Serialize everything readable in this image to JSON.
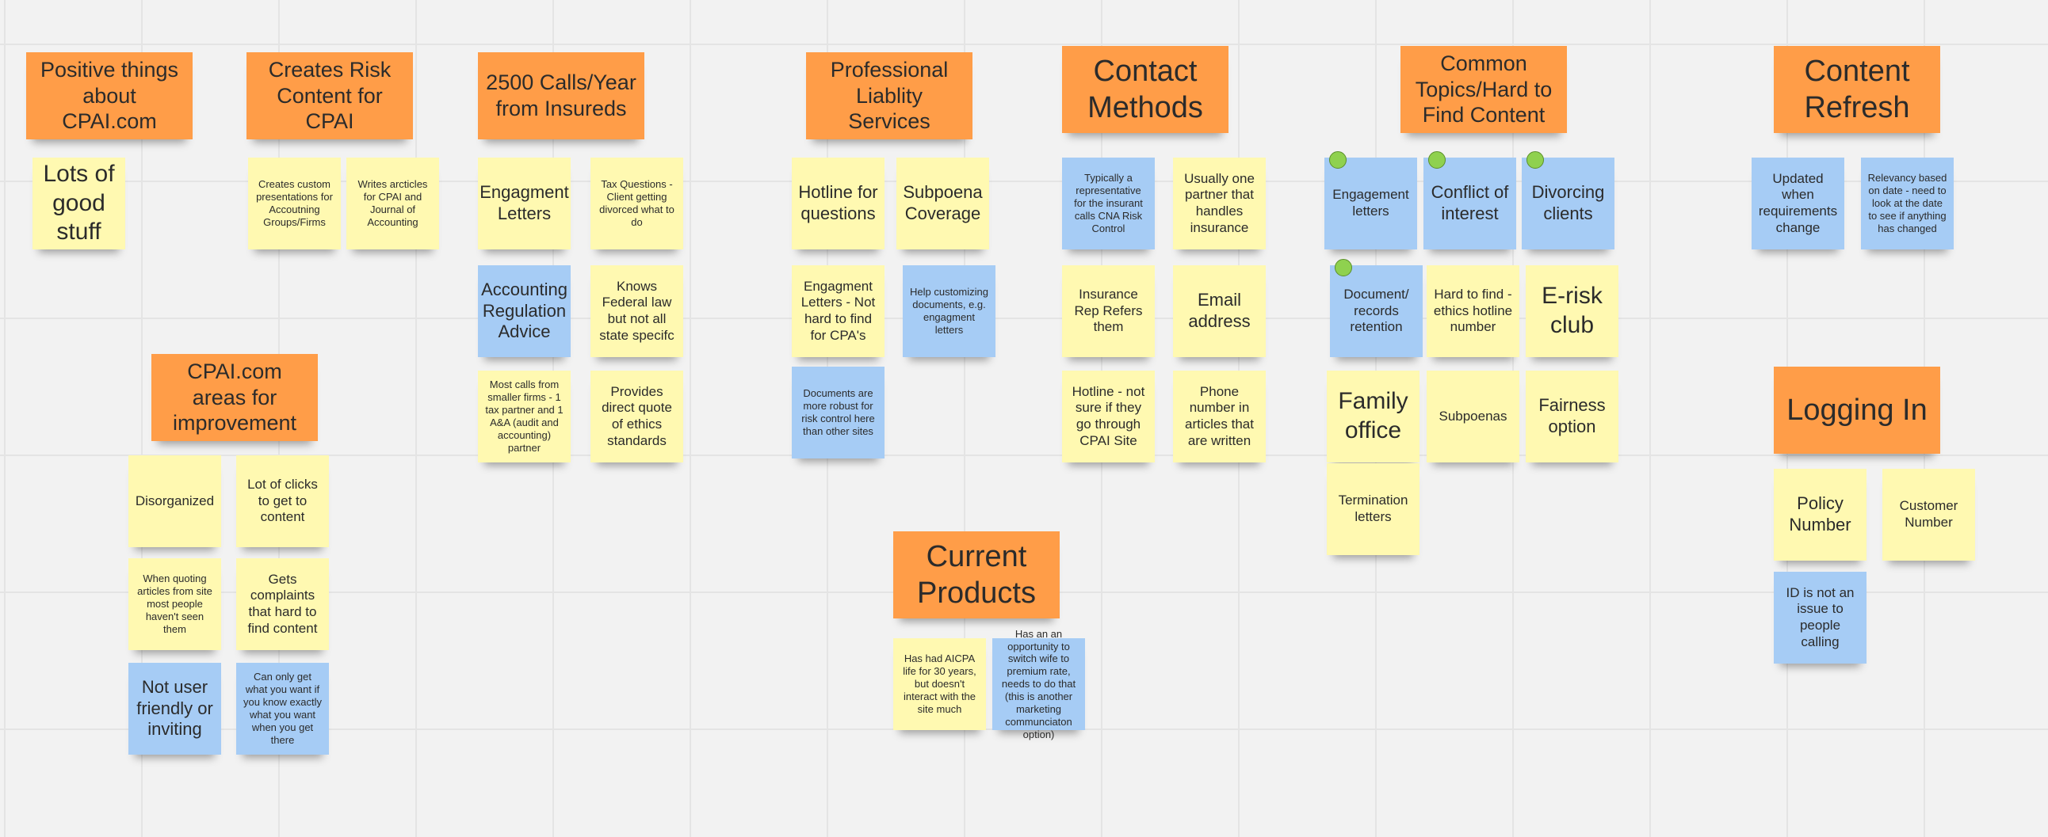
{
  "colors": {
    "header": "#ff9d48",
    "yellow": "#fff9b1",
    "blue": "#a6ccf5",
    "pin": "#8fd14f"
  },
  "headers": [
    "Positive things about CPAI.com",
    "Creates Risk Content for CPAI",
    "2500 Calls/Year from Insureds",
    "Professional Liablity Services",
    "Contact Methods",
    "Common Topics/Hard to Find Content",
    "Content Refresh",
    "CPAI.com areas for improvement",
    "Current Products",
    "Logging In"
  ],
  "notes": [
    {
      "text": "Lots of good stuff",
      "color": "yellow"
    },
    {
      "text": "Creates custom presentations for Accoutning Groups/Firms",
      "color": "yellow"
    },
    {
      "text": "Writes arcticles for CPAI and Journal of Accounting",
      "color": "yellow"
    },
    {
      "text": "Engagment Letters",
      "color": "yellow"
    },
    {
      "text": "Tax Questions - Client getting divorced what to do",
      "color": "yellow"
    },
    {
      "text": "Accounting Regulation Advice",
      "color": "blue"
    },
    {
      "text": "Knows Federal law but not all state specifc",
      "color": "yellow"
    },
    {
      "text": "Most calls from smaller firms - 1 tax partner and 1 A&A (audit and accounting) partner",
      "color": "yellow"
    },
    {
      "text": "Provides direct quote of ethics standards",
      "color": "yellow"
    },
    {
      "text": "Hotline for questions",
      "color": "yellow"
    },
    {
      "text": "Subpoena Coverage",
      "color": "yellow"
    },
    {
      "text": "Engagment Letters - Not hard to find for CPA's",
      "color": "yellow"
    },
    {
      "text": "Help customizing documents, e.g. engagment letters",
      "color": "blue"
    },
    {
      "text": "Documents are more robust for risk control here than other sites",
      "color": "blue"
    },
    {
      "text": "Typically a representative for the insurant calls CNA Risk Control",
      "color": "blue"
    },
    {
      "text": "Usually one partner that handles insurance",
      "color": "yellow"
    },
    {
      "text": "Insurance Rep Refers them",
      "color": "yellow"
    },
    {
      "text": "Email address",
      "color": "yellow"
    },
    {
      "text": "Hotline - not sure if they go through CPAI Site",
      "color": "yellow"
    },
    {
      "text": "Phone number in articles that are written",
      "color": "yellow"
    },
    {
      "text": "Engagement letters",
      "color": "blue",
      "vote": true
    },
    {
      "text": "Conflict of interest",
      "color": "blue",
      "vote": true
    },
    {
      "text": "Divorcing clients",
      "color": "blue",
      "vote": true
    },
    {
      "text": "Document/ records retention",
      "color": "blue",
      "vote": true
    },
    {
      "text": "Hard to find -ethics hotline number",
      "color": "yellow"
    },
    {
      "text": "E-risk club",
      "color": "yellow"
    },
    {
      "text": "Family office",
      "color": "yellow"
    },
    {
      "text": "Subpoenas",
      "color": "yellow"
    },
    {
      "text": "Fairness option",
      "color": "yellow"
    },
    {
      "text": "Termination letters",
      "color": "yellow"
    },
    {
      "text": "Updated when requirements change",
      "color": "blue"
    },
    {
      "text": "Relevancy based on date - need to look at the date to see if anything has changed",
      "color": "blue"
    },
    {
      "text": "Policy Number",
      "color": "yellow"
    },
    {
      "text": "Customer Number",
      "color": "yellow"
    },
    {
      "text": "ID is not an issue to people calling",
      "color": "blue"
    },
    {
      "text": "Disorganized",
      "color": "yellow"
    },
    {
      "text": "Lot of clicks to get to content",
      "color": "yellow"
    },
    {
      "text": "When quoting articles from site most people haven't seen them",
      "color": "yellow"
    },
    {
      "text": "Gets complaints that hard to find content",
      "color": "yellow"
    },
    {
      "text": "Not user friendly or inviting",
      "color": "blue"
    },
    {
      "text": "Can only get what you want if you know exactly what you want when you get there",
      "color": "blue"
    },
    {
      "text": "Has had AICPA life for 30 years, but doesn't interact with the site much",
      "color": "yellow"
    },
    {
      "text": "Has an an opportunity to switch wife to premium rate, needs to do that (this is another marketing communciaton option)",
      "color": "blue"
    }
  ]
}
